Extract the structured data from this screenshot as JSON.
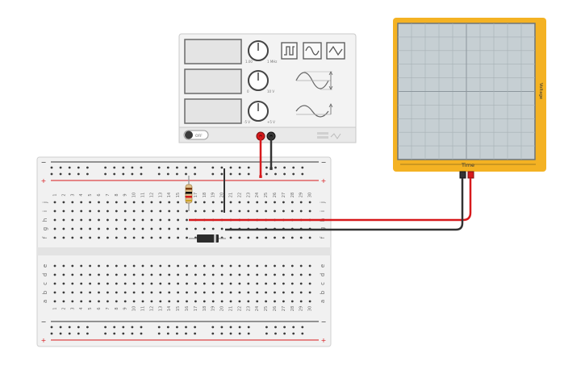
{
  "function_generator": {
    "off_label": "OFF",
    "knob1": {
      "min": "1.00",
      "max": "1 MHz"
    },
    "knob2": {
      "min": "0",
      "max": "10 V"
    },
    "knob3": {
      "min": "-5 V",
      "max": "+5 V"
    },
    "waveforms": [
      "square-wave-icon",
      "sine-wave-icon",
      "triangle-wave-icon"
    ]
  },
  "oscilloscope": {
    "time_label": "Time",
    "voltage_label": "Voltage"
  },
  "breadboard": {
    "columns": [
      "1",
      "2",
      "3",
      "4",
      "5",
      "6",
      "7",
      "8",
      "9",
      "10",
      "11",
      "12",
      "13",
      "14",
      "15",
      "16",
      "17",
      "18",
      "19",
      "20",
      "21",
      "22",
      "23",
      "24",
      "25",
      "26",
      "27",
      "28",
      "29",
      "30"
    ],
    "rows_top": [
      "j",
      "i",
      "h",
      "g",
      "f"
    ],
    "rows_bottom": [
      "e",
      "d",
      "c",
      "b",
      "a"
    ],
    "rail_minus": "−",
    "rail_plus": "+"
  },
  "colors": {
    "scope_frame": "#f4b223",
    "scope_screen": "#c6cfd3",
    "wire_red": "#d7191c",
    "wire_black": "#333333",
    "board": "#f1f1f1"
  }
}
